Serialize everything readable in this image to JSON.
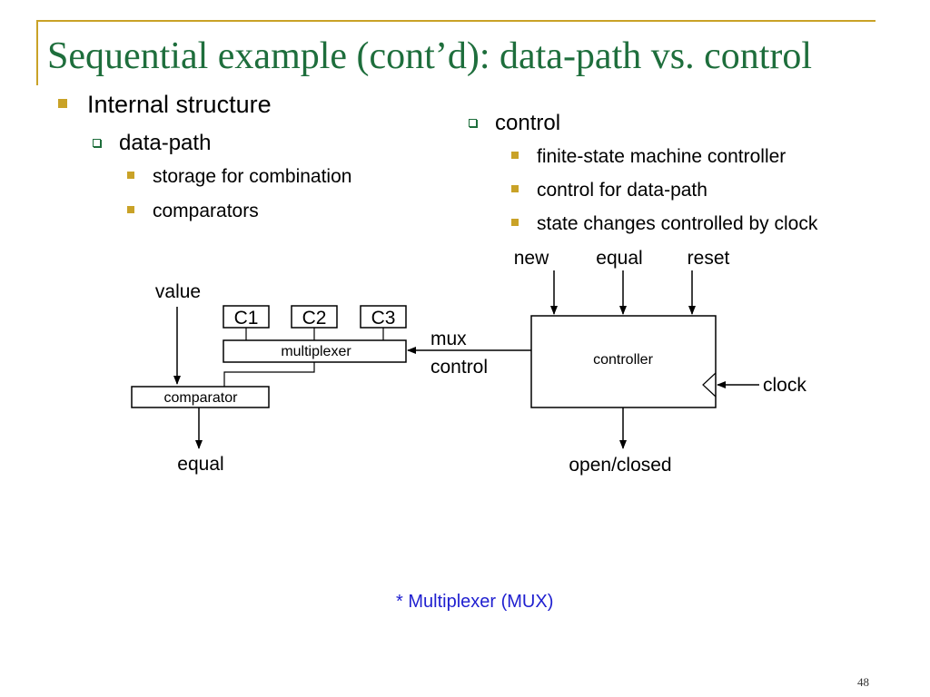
{
  "title": "Sequential example (cont’d): data-path vs. control",
  "left_bullets": {
    "main": "Internal structure",
    "sub": "data-path",
    "items": [
      "storage for combination",
      "comparators"
    ]
  },
  "right_bullets": {
    "sub": "control",
    "items": [
      "finite-state machine controller",
      "control for data-path",
      "state changes controlled by clock"
    ]
  },
  "diagram": {
    "value_label": "value",
    "c1": "C1",
    "c2": "C2",
    "c3": "C3",
    "multiplexer": "multiplexer",
    "comparator": "comparator",
    "equal_out": "equal",
    "mux_line1": "mux",
    "mux_line2": "control",
    "input_new": "new",
    "input_equal": "equal",
    "input_reset": "reset",
    "controller": "controller",
    "clock": "clock",
    "output": "open/closed"
  },
  "footnote": "* Multiplexer (MUX)",
  "page_number": "48",
  "colors": {
    "title": "#1e6e3c",
    "bullet": "#c9a227",
    "footnote": "#1f1fd0"
  }
}
